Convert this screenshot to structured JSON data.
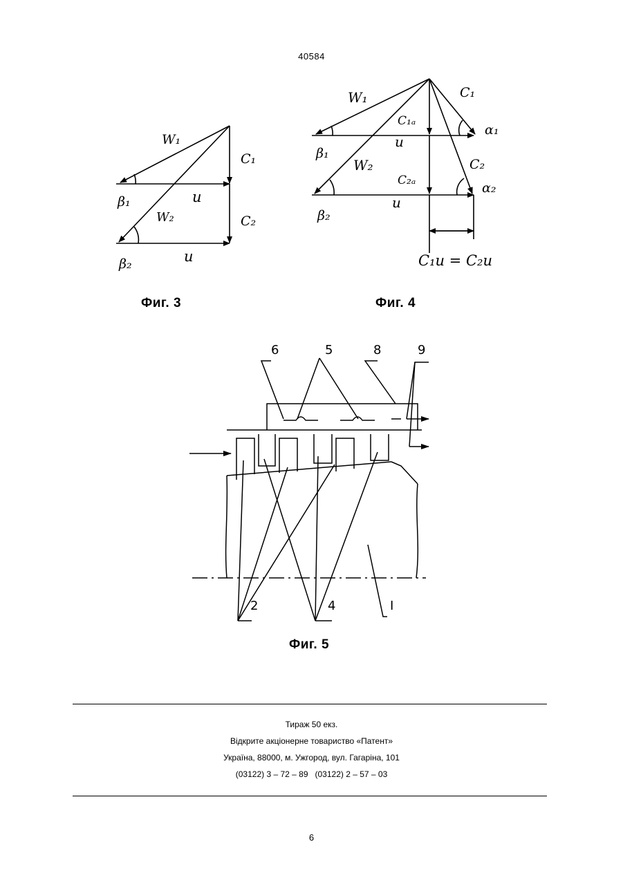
{
  "header": {
    "doc_number": "40584"
  },
  "fig3": {
    "caption": "Фиг. 3",
    "labels": {
      "w1": "W₁",
      "w2": "W₂",
      "c1": "C₁",
      "c2": "C₂",
      "u_top": "u",
      "u_bottom": "u",
      "beta1": "β₁",
      "beta2": "β₂"
    }
  },
  "fig4": {
    "caption": "Фиг. 4",
    "labels": {
      "w1": "W₁",
      "w2": "W₂",
      "c1": "C₁",
      "c2": "C₂",
      "c1a": "C₁ₐ",
      "c2a": "C₂ₐ",
      "u_top": "u",
      "u_bottom": "u",
      "beta1": "β₁",
      "beta2": "β₂",
      "alpha1": "α₁",
      "alpha2": "α₂",
      "equation": "C₁u = C₂u"
    }
  },
  "fig5": {
    "caption": "Фиг. 5",
    "labels": {
      "n6": "6",
      "n5": "5",
      "n8": "8",
      "n9": "9",
      "n2": "2",
      "n4": "4",
      "n1": "I"
    }
  },
  "imprint": {
    "line1": "Тираж 50 екз.",
    "line2": "Відкрите акціонерне товариство «Патент»",
    "line3": "Україна, 88000, м. Ужгород, вул. Гагаріна, 101",
    "line4": "(03122) 3 – 72 – 89   (03122) 2 – 57 – 03"
  },
  "footer": {
    "page_number": "6"
  }
}
